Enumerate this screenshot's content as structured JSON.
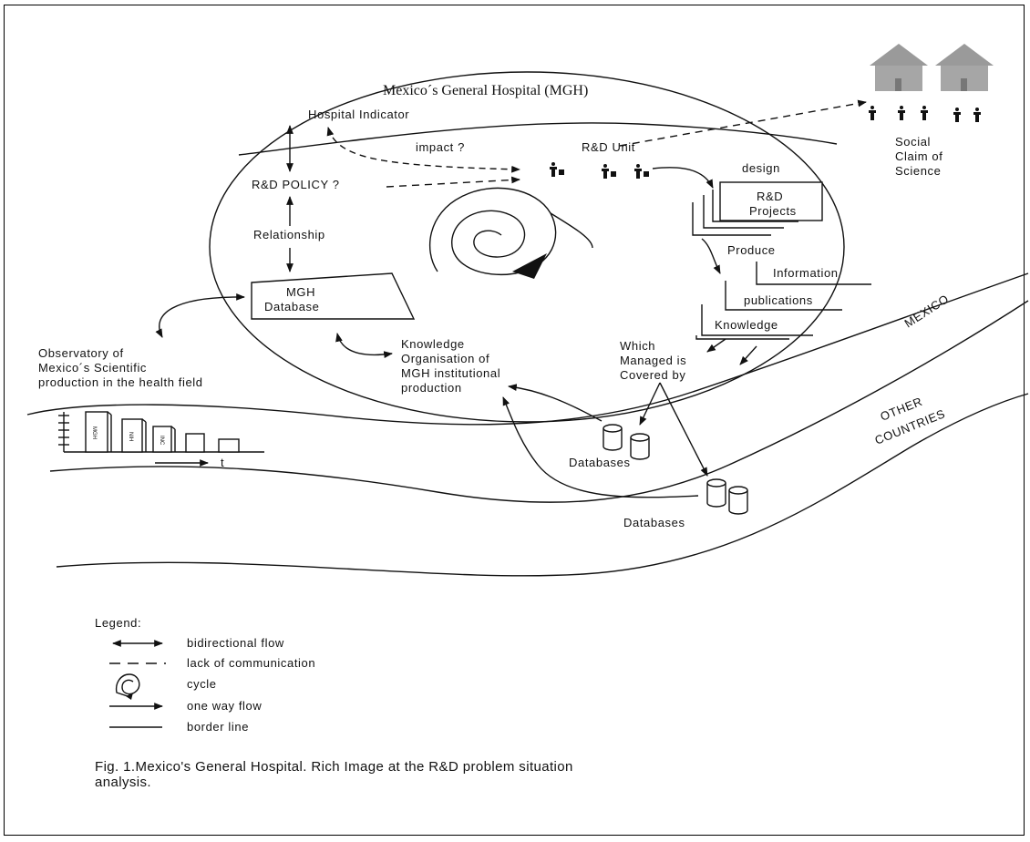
{
  "diagram": {
    "title": "Mexico´s General Hospital (MGH)",
    "labels": {
      "hospital_indicator": "Hospital Indicator",
      "impact": "impact ?",
      "rd_unit": "R&D Unit",
      "rd_policy": "R&D POLICY ?",
      "design": "design",
      "rd_projects_1": "R&D",
      "rd_projects_2": "Projects",
      "relationship": "Relationship",
      "produce": "Produce",
      "information": "Information",
      "publications": "publications",
      "knowledge": "Knowledge",
      "mgh_db_1": "MGH",
      "mgh_db_2": "Database",
      "which_1": "Which",
      "which_2": "Managed is",
      "which_3": "Covered by",
      "ko_1": "Knowledge",
      "ko_2": "Organisation of",
      "ko_3": "MGH institutional",
      "ko_4": "production",
      "obs_1": "Observatory of",
      "obs_2": "Mexico´s Scientific",
      "obs_3": "production in the health field",
      "databases_1": "Databases",
      "databases_2": "Databases",
      "mexico": "MEXICO",
      "other_1": "OTHER",
      "other_2": "COUNTRIES",
      "social_1": "Social",
      "social_2": "Claim of",
      "social_3": "Science",
      "bar_labels": [
        "MGH",
        "NIH",
        "INC"
      ],
      "time_axis": "t"
    }
  },
  "legend": {
    "title": "Legend:",
    "items": [
      {
        "label": "bidirectional flow",
        "icon": "double-arrow-icon"
      },
      {
        "label": "lack of communication",
        "icon": "dashed-line-icon"
      },
      {
        "label": "cycle",
        "icon": "spiral-icon"
      },
      {
        "label": "one way flow",
        "icon": "arrow-icon"
      },
      {
        "label": "border line",
        "icon": "line-icon"
      }
    ]
  },
  "caption": {
    "line1": "Fig. 1.Mexico's General Hospital. Rich Image at the R&D problem situation",
    "line2": "analysis."
  }
}
